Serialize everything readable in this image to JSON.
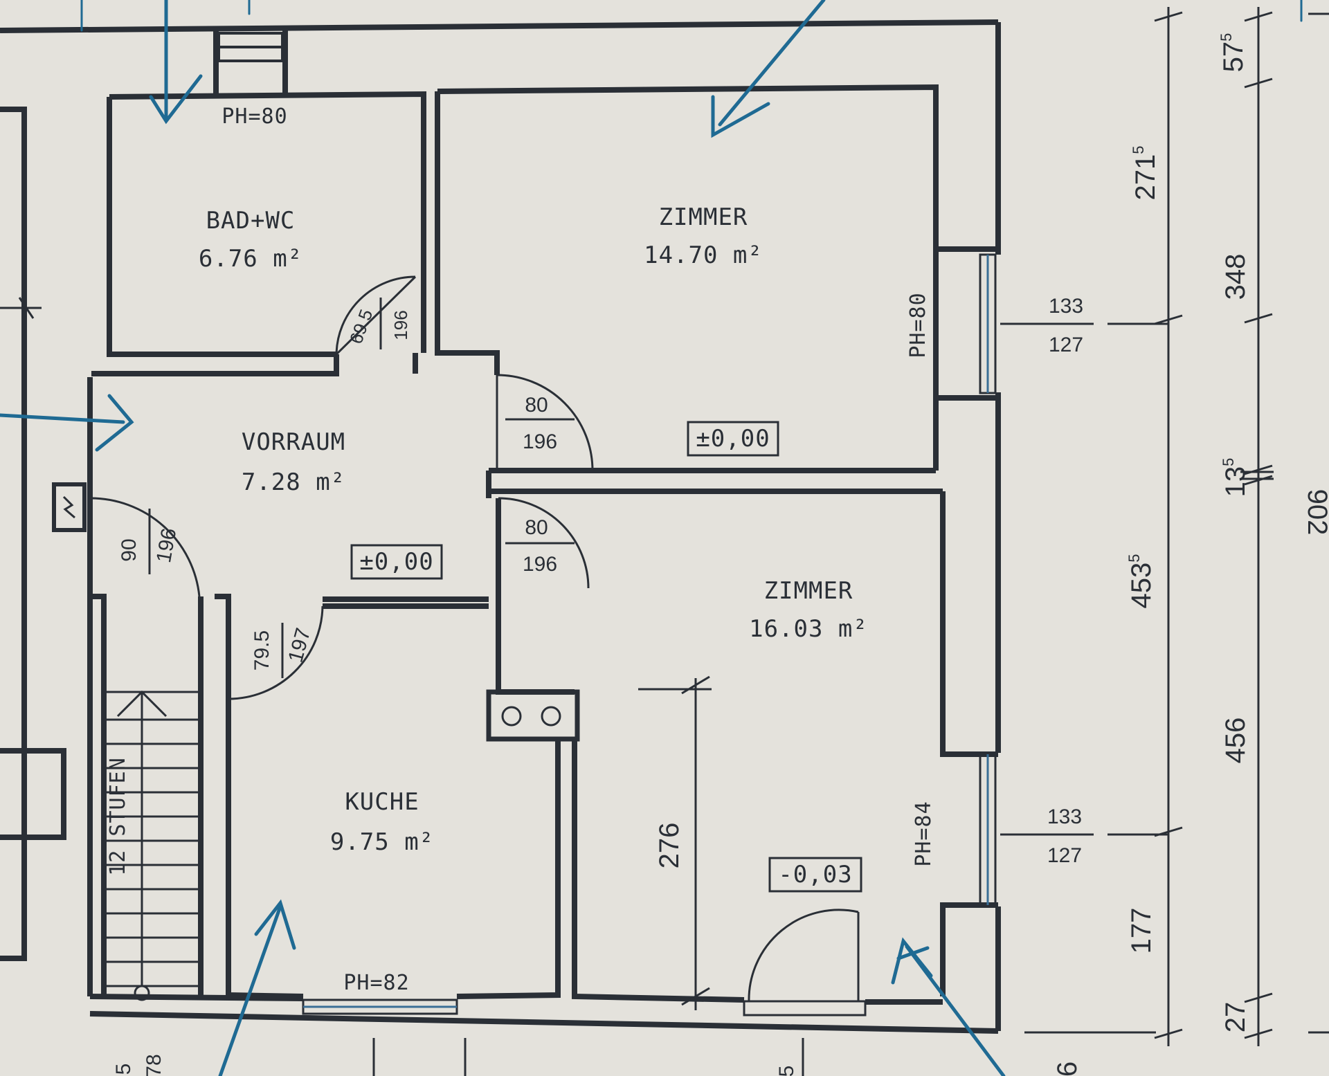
{
  "colors": {
    "paper": "#e4e2dc",
    "wall": "#2a2f36",
    "pen": "#1f6a93"
  },
  "rooms": {
    "bad": {
      "name": "BAD+WC",
      "area": "6.76 m²"
    },
    "zimmer1": {
      "name": "ZIMMER",
      "area": "14.70 m²"
    },
    "vorraum": {
      "name": "VORRAUM",
      "area": "7.28 m²"
    },
    "zimmer2": {
      "name": "ZIMMER",
      "area": "16.03 m²"
    },
    "kuche": {
      "name": "KUCHE",
      "area": "9.75 m²"
    }
  },
  "parapets": {
    "bad": "PH=80",
    "zimmer1": "PH=80",
    "zimmer2": "PH=84",
    "kuche": "PH=82"
  },
  "levels": {
    "zimmer1": "±0,00",
    "vorraum": "±0,00",
    "zimmer2": "-0,03"
  },
  "doors": {
    "bad": {
      "width": "69.5",
      "height": "196"
    },
    "zimmer1": {
      "width": "80",
      "height": "196"
    },
    "zimmer2": {
      "width": "80",
      "height": "196"
    },
    "entry": {
      "width": "90",
      "height": "196"
    },
    "kuche": {
      "width": "79.5",
      "height": "197"
    }
  },
  "windows": {
    "zimmer1": {
      "width": "133",
      "height": "127"
    },
    "zimmer2": {
      "width": "133",
      "height": "127"
    }
  },
  "stairs": {
    "label": "12 STUFEN"
  },
  "dimensions": {
    "inner_right": {
      "top": "271",
      "top_sup": "5",
      "middle": "453",
      "middle_sup": "5",
      "bottom": "177"
    },
    "outer_right": {
      "top": "57",
      "top_sup": "5",
      "second": "348",
      "third": "13",
      "third_sup": "5",
      "fourth": "456",
      "bottom": "27",
      "total": "902"
    },
    "room_height": "276",
    "bottom_partial": [
      "5",
      "78",
      "5",
      "6"
    ]
  }
}
